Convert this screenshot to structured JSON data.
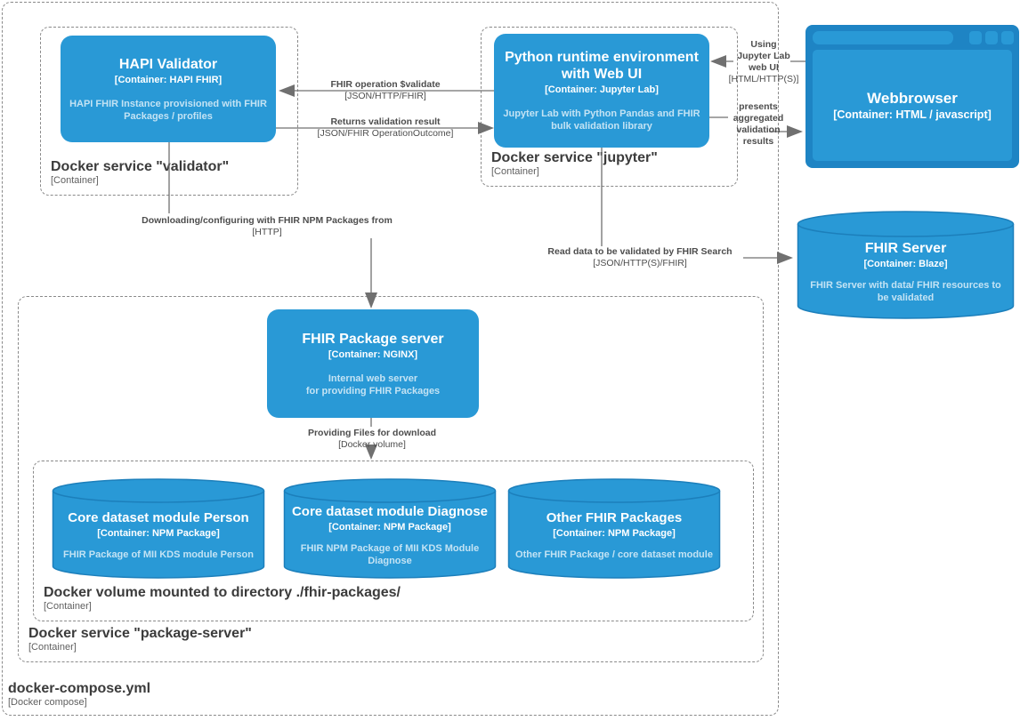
{
  "outer_boundary": {
    "title": "docker-compose.yml",
    "type": "[Docker compose]"
  },
  "boundaries": {
    "validator": {
      "title": "Docker service \"validator\"",
      "type": "[Container]"
    },
    "jupyter": {
      "title": "Docker service \"jupyter\"",
      "type": "[Container]"
    },
    "package_server": {
      "title": "Docker service \"package-server\"",
      "type": "[Container]"
    },
    "fhir_volume": {
      "title": "Docker volume mounted to directory ./fhir-packages/",
      "type": "[Container]"
    }
  },
  "nodes": {
    "hapi_validator": {
      "title": "HAPI Validator",
      "type": "[Container: HAPI FHIR]",
      "description": "HAPI FHIR Instance provisioned with FHIR Packages / profiles"
    },
    "python_runtime": {
      "title": "Python runtime environment with Web UI",
      "type": "[Container: Jupyter Lab]",
      "description": "Jupyter Lab with Python Pandas and FHIR bulk validation library"
    },
    "webbrowser": {
      "title": "Webbrowser",
      "type": "[Container: HTML / javascript]"
    },
    "fhir_server": {
      "title": "FHIR Server",
      "type": "[Container: Blaze]",
      "description": "FHIR Server with data/ FHIR resources to be validated"
    },
    "fhir_package_server": {
      "title": "FHIR Package server",
      "type": "[Container: NGINX]",
      "description": "Internal web server\nfor providing FHIR Packages"
    },
    "module_person": {
      "title": "Core dataset module Person",
      "type": "[Container: NPM Package]",
      "description": "FHIR Package of MII KDS module Person"
    },
    "module_diagnose": {
      "title": "Core dataset module Diagnose",
      "type": "[Container: NPM Package]",
      "description": "FHIR NPM Package of MII KDS Module Diagnose"
    },
    "other_packages": {
      "title": "Other FHIR Packages",
      "type": "[Container: NPM Package]",
      "description": "Other FHIR Package / core dataset module"
    }
  },
  "edges": {
    "validate": {
      "label": "FHIR operation $validate",
      "tech": "[JSON/HTTP/FHIR]"
    },
    "returns": {
      "label": "Returns validation result",
      "tech": "[JSON/FHIR OperationOutcome]"
    },
    "using_ui": {
      "label": "Using\nJupyter Lab\nweb UI",
      "tech": "[HTML/HTTP(S)]"
    },
    "presents": {
      "label": "presents\naggregated\nvalidation\nresults"
    },
    "download_packages": {
      "label": "Downloading/configuring with FHIR NPM Packages from",
      "tech": "[HTTP]"
    },
    "read_data": {
      "label": "Read data to be validated by FHIR Search",
      "tech": "[JSON/HTTP(S)/FHIR]"
    },
    "providing_files": {
      "label": "Providing Files for download",
      "tech": "[Docker volume]"
    }
  },
  "colors": {
    "container_fill": "#2999D6",
    "container_stroke": "#1C7FBB",
    "browser_frame": "#1E84C4",
    "connector": "#707070",
    "boundary_dash": "#8A8A8A"
  }
}
